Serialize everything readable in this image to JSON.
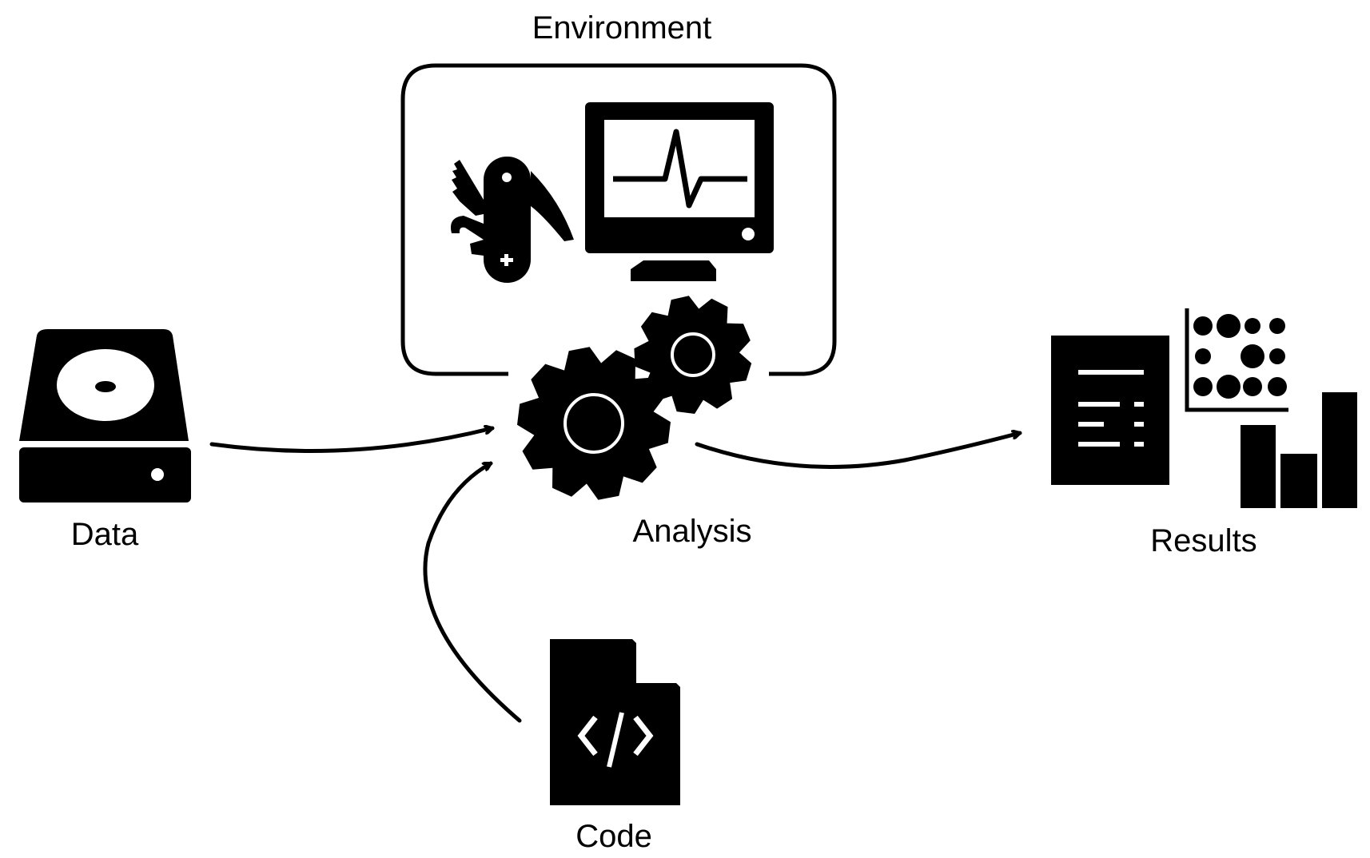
{
  "labels": {
    "environment": "Environment",
    "data": "Data",
    "analysis": "Analysis",
    "results": "Results",
    "code": "Code"
  },
  "icons": {
    "data": "hard-drive-icon",
    "environment_tools": "swiss-army-knife-icon",
    "environment_monitor": "monitor-icon",
    "analysis": "gears-icon",
    "code": "code-file-icon",
    "results_document": "document-icon",
    "results_scatter": "scatter-plot-icon",
    "results_bars": "bar-chart-icon"
  },
  "colors": {
    "foreground": "#000000",
    "background": "#ffffff"
  }
}
